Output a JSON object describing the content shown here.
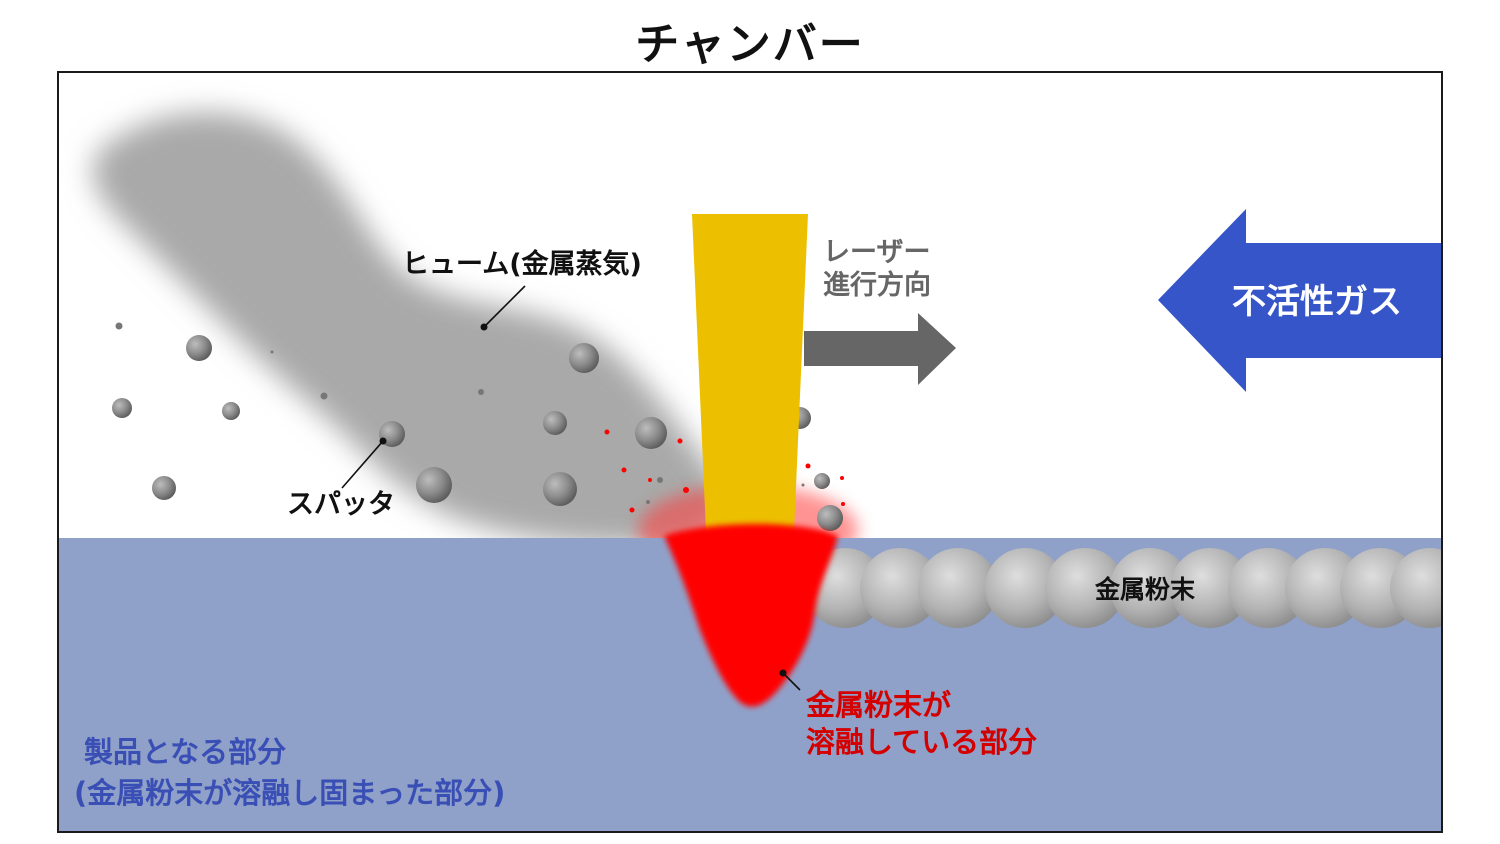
{
  "title": "チャンバー",
  "labels": {
    "fume": "ヒューム(金属蒸気)",
    "spatter": "スパッタ",
    "laser_dir_line1": "レーザー",
    "laser_dir_line2": "進行方向",
    "inert_gas": "不活性ガス",
    "powder": "金属粉末",
    "melt_line1": "金属粉末が",
    "melt_line2": "溶融している部分",
    "product_line1": "製品となる部分",
    "product_line2": "(金属粉末が溶融し固まった部分)"
  },
  "colors": {
    "chamber_border": "#1a1a1a",
    "substrate": "#8fa1c9",
    "laser": "#ecc000",
    "melt": "#ff0000",
    "fume": "#a9a9a9",
    "gas_arrow": "#3555c8",
    "dir_arrow": "#666666",
    "product_text": "#3a4fb5",
    "melt_text": "#d40000"
  }
}
